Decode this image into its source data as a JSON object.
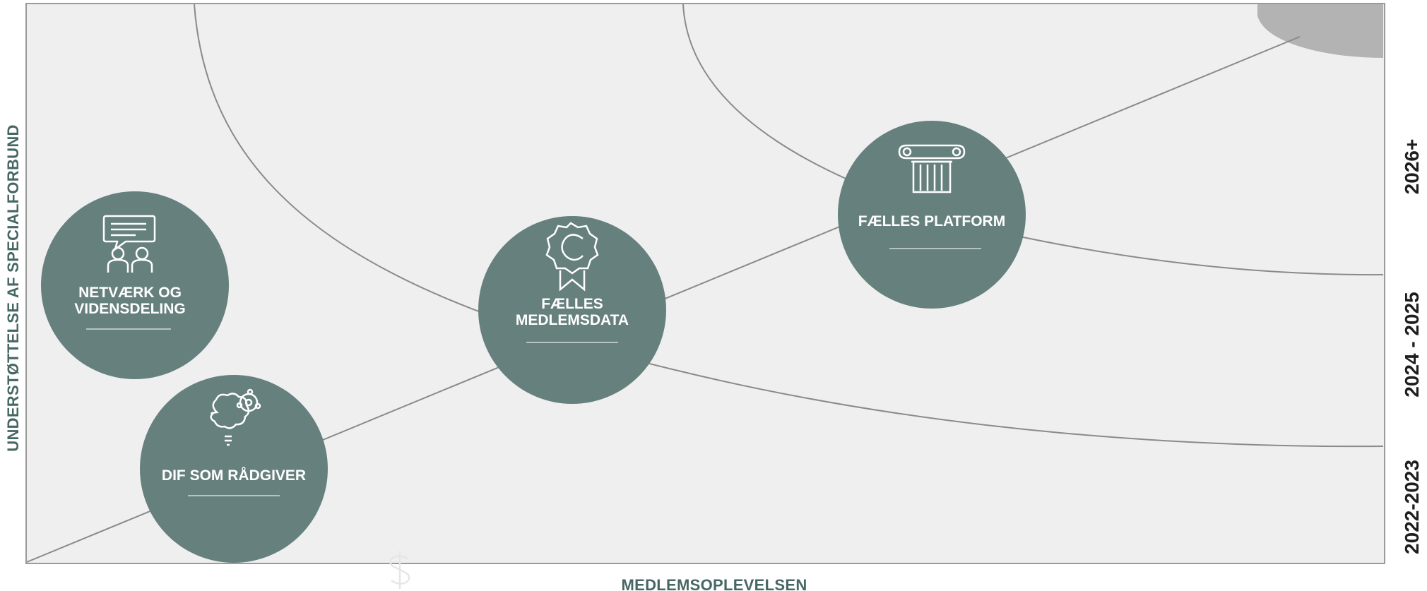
{
  "diagram": {
    "y_axis_label": "UNDERSTØTTELSE AF SPECIALFORBUND",
    "x_axis_label": "MEDLEMSOPLEVELSEN",
    "phases": [
      "2022-2023",
      "2024 - 2025",
      "2026+"
    ],
    "colors": {
      "background": "#efefef",
      "node_fill": "#66807e",
      "line": "#8a8a8a",
      "corner_blob": "#b3b3b3"
    },
    "nodes": [
      {
        "id": "netvaerk",
        "lines": [
          "NETVÆRK OG",
          "VIDENSDELING"
        ],
        "icon": "chat-people-icon"
      },
      {
        "id": "radgiver",
        "lines": [
          "DIF SOM RÅDGIVER"
        ],
        "icon": "head-gears-icon"
      },
      {
        "id": "medlemsdata",
        "lines": [
          "FÆLLES",
          "MEDLEMSDATA"
        ],
        "icon": "award-badge-icon"
      },
      {
        "id": "platform",
        "lines": [
          "FÆLLES PLATFORM"
        ],
        "icon": "column-pillar-icon"
      }
    ],
    "footer_icon": "dollar-icon"
  }
}
